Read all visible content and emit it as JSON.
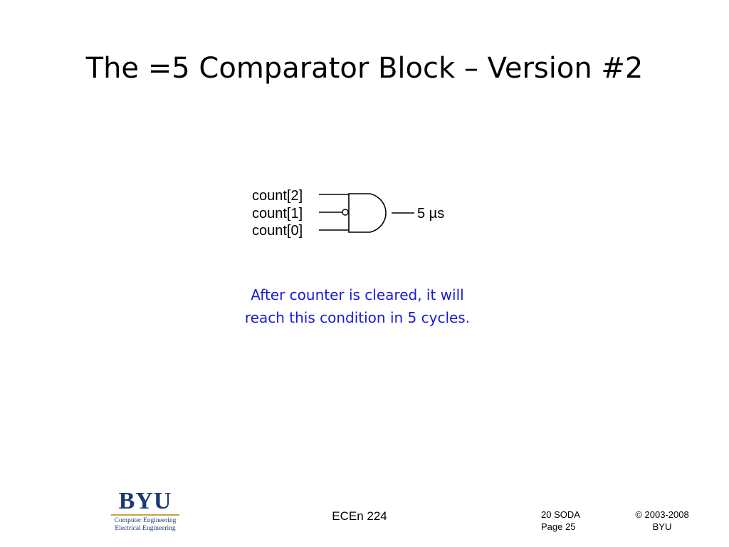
{
  "slide": {
    "title": "The =5 Comparator Block – Version #2"
  },
  "diagram": {
    "gate": "and-gate",
    "inputs": [
      {
        "label": "count[2]",
        "inverted": false
      },
      {
        "label": "count[1]",
        "inverted": true
      },
      {
        "label": "count[0]",
        "inverted": false
      }
    ],
    "output_label": "5 µs"
  },
  "note": {
    "line1": "After counter is cleared, it will",
    "line2": "reach this condition in 5 cycles.",
    "color": "#1a1ad6"
  },
  "footer": {
    "logo": {
      "word": "BYU",
      "line1": "Computer Engineering",
      "line2": "Electrical Engineering",
      "color": "#1c3a72",
      "rule_color": "#c8a24a"
    },
    "course": "ECEn 224",
    "page_label_line1": "20 SODA",
    "page_label_line2": "Page 25",
    "copyright_line1": "© 2003-2008",
    "copyright_line2": "BYU"
  }
}
